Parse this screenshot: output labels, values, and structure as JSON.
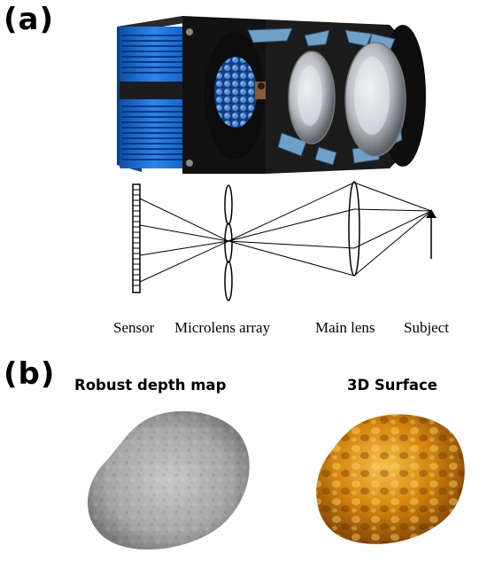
{
  "panels": {
    "a": {
      "label": "(a)"
    },
    "b": {
      "label": "(b)"
    }
  },
  "diagram": {
    "labels": {
      "sensor": "Sensor",
      "microlens": "Microlens array",
      "main_lens": "Main lens",
      "subject": "Subject"
    }
  },
  "results": {
    "depth_map_title": "Robust depth map",
    "surface_title": "3D Surface"
  },
  "colors": {
    "camera_body": "#1e6fd9",
    "camera_dark": "#1a1a1a",
    "surface_orange": "#d4860f",
    "depth_gray": "#9a9a9a"
  }
}
